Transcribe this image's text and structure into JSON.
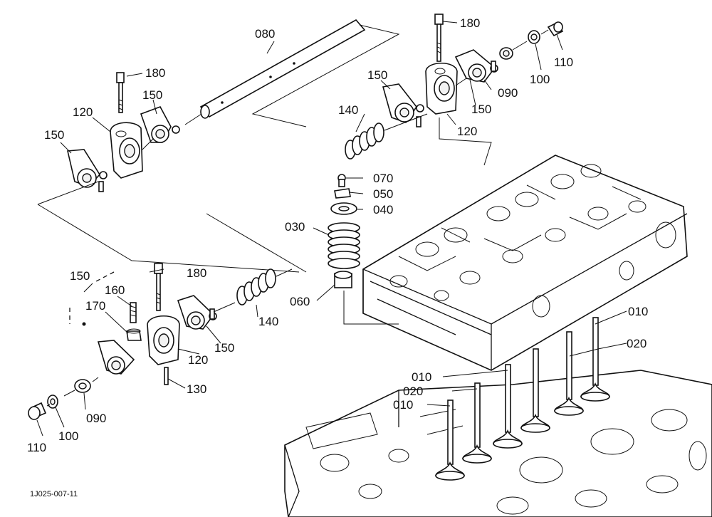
{
  "diagram": {
    "drawing_code": "1J025-007-11",
    "callouts": [
      {
        "text": "080"
      },
      {
        "text": "180"
      },
      {
        "text": "150"
      },
      {
        "text": "120"
      },
      {
        "text": "150"
      },
      {
        "text": "180"
      },
      {
        "text": "110"
      },
      {
        "text": "100"
      },
      {
        "text": "090"
      },
      {
        "text": "150"
      },
      {
        "text": "150"
      },
      {
        "text": "140"
      },
      {
        "text": "120"
      },
      {
        "text": "070"
      },
      {
        "text": "050"
      },
      {
        "text": "040"
      },
      {
        "text": "030"
      },
      {
        "text": "060"
      },
      {
        "text": "150"
      },
      {
        "text": "160"
      },
      {
        "text": "170"
      },
      {
        "text": "180"
      },
      {
        "text": "140"
      },
      {
        "text": "120"
      },
      {
        "text": "150"
      },
      {
        "text": "130"
      },
      {
        "text": "090"
      },
      {
        "text": "100"
      },
      {
        "text": "110"
      },
      {
        "text": "010"
      },
      {
        "text": "020"
      },
      {
        "text": "010"
      },
      {
        "text": "020"
      },
      {
        "text": "010"
      }
    ]
  }
}
